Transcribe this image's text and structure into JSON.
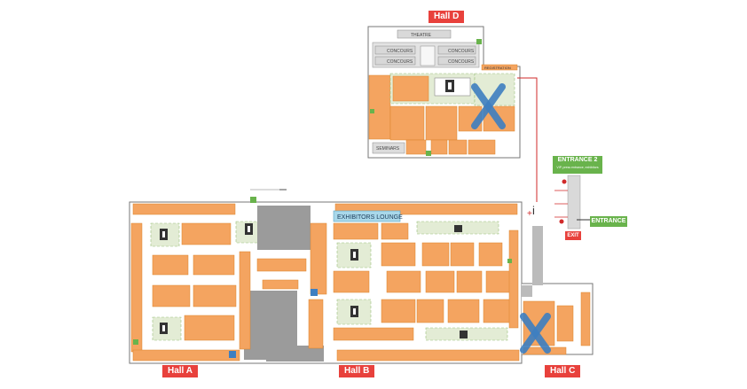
{
  "halls": {
    "hall_a": "Hall A",
    "hall_b": "Hall B",
    "hall_c": "Hall C",
    "hall_d": "Hall D"
  },
  "signs": {
    "exhibitors_lounge": "EXHIBITORS LOUNGE",
    "entrance": "ENTRANCE",
    "entrance2": "ENTRANCE 2",
    "entrance2_note": "VIP, press entrance, exhibitors",
    "exit": "EXIT",
    "info": "i",
    "seminars": "SEMINARS",
    "concours": "CONCOURS",
    "theatre": "THEATRE",
    "registration": "REGISTRATION"
  },
  "colors": {
    "hall_badge": "#e8413c",
    "stand": "#f4a460",
    "stand_edge": "#d9822b",
    "feature": "#e3ecd5",
    "lounge": "#a9d8ea",
    "entrance": "#69b34c",
    "closed_marker": "#3e7fc1",
    "service": "#9b9b9b",
    "route": "#d12a2a"
  },
  "icons": [
    "info-icon",
    "toilet-icon",
    "closed-x-icon",
    "door-icon"
  ],
  "closed_areas": [
    "hall_d",
    "hall_c"
  ]
}
